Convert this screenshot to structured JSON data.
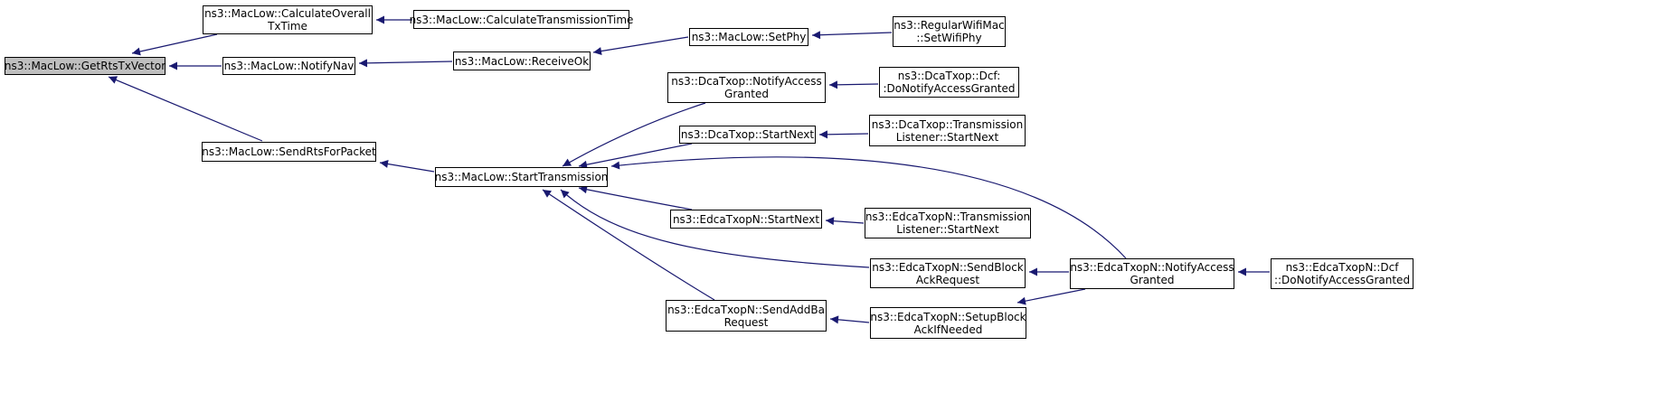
{
  "colors": {
    "edge": "#191970",
    "root_fill": "#bfbfbf",
    "node_fill": "#ffffff",
    "border": "#000000"
  },
  "nodes": {
    "get_rts_tx_vector": {
      "lines": [
        "ns3::MacLow::GetRtsTxVector"
      ]
    },
    "calculate_overall_tx_time": {
      "lines": [
        "ns3::MacLow::CalculateOverall",
        "TxTime"
      ]
    },
    "calculate_transmission_time": {
      "lines": [
        "ns3::MacLow::CalculateTransmissionTime"
      ]
    },
    "notify_nav": {
      "lines": [
        "ns3::MacLow::NotifyNav"
      ]
    },
    "receive_ok": {
      "lines": [
        "ns3::MacLow::ReceiveOk"
      ]
    },
    "set_phy": {
      "lines": [
        "ns3::MacLow::SetPhy"
      ]
    },
    "regular_wifi_mac_set_wifi_phy": {
      "lines": [
        "ns3::RegularWifiMac",
        "::SetWifiPhy"
      ]
    },
    "send_rts_for_packet": {
      "lines": [
        "ns3::MacLow::SendRtsForPacket"
      ]
    },
    "start_transmission": {
      "lines": [
        "ns3::MacLow::StartTransmission"
      ]
    },
    "dca_notify_access_granted": {
      "lines": [
        "ns3::DcaTxop::NotifyAccess",
        "Granted"
      ]
    },
    "dca_dcf_do_notify_access_granted": {
      "lines": [
        "ns3::DcaTxop::Dcf:",
        ":DoNotifyAccessGranted"
      ]
    },
    "dca_start_next": {
      "lines": [
        "ns3::DcaTxop::StartNext"
      ]
    },
    "dca_transmission_listener_start_next": {
      "lines": [
        "ns3::DcaTxop::Transmission",
        "Listener::StartNext"
      ]
    },
    "edca_start_next": {
      "lines": [
        "ns3::EdcaTxopN::StartNext"
      ]
    },
    "edca_transmission_listener_start_next": {
      "lines": [
        "ns3::EdcaTxopN::Transmission",
        "Listener::StartNext"
      ]
    },
    "edca_send_block_ack_request": {
      "lines": [
        "ns3::EdcaTxopN::SendBlock",
        "AckRequest"
      ]
    },
    "edca_notify_access_granted": {
      "lines": [
        "ns3::EdcaTxopN::NotifyAccess",
        "Granted"
      ]
    },
    "edca_dcf_do_notify_access_granted": {
      "lines": [
        "ns3::EdcaTxopN::Dcf",
        "::DoNotifyAccessGranted"
      ]
    },
    "edca_send_add_ba_request": {
      "lines": [
        "ns3::EdcaTxopN::SendAddBa",
        "Request"
      ]
    },
    "edca_setup_block_ack_if_needed": {
      "lines": [
        "ns3::EdcaTxopN::SetupBlock",
        "AckIfNeeded"
      ]
    }
  },
  "edges": [
    [
      "calculate_overall_tx_time",
      "get_rts_tx_vector"
    ],
    [
      "calculate_transmission_time",
      "calculate_overall_tx_time"
    ],
    [
      "notify_nav",
      "get_rts_tx_vector"
    ],
    [
      "receive_ok",
      "notify_nav"
    ],
    [
      "set_phy",
      "receive_ok"
    ],
    [
      "regular_wifi_mac_set_wifi_phy",
      "set_phy"
    ],
    [
      "send_rts_for_packet",
      "get_rts_tx_vector"
    ],
    [
      "start_transmission",
      "send_rts_for_packet"
    ],
    [
      "dca_notify_access_granted",
      "start_transmission"
    ],
    [
      "dca_dcf_do_notify_access_granted",
      "dca_notify_access_granted"
    ],
    [
      "dca_start_next",
      "start_transmission"
    ],
    [
      "dca_transmission_listener_start_next",
      "dca_start_next"
    ],
    [
      "edca_notify_access_granted",
      "start_transmission"
    ],
    [
      "edca_start_next",
      "start_transmission"
    ],
    [
      "edca_transmission_listener_start_next",
      "edca_start_next"
    ],
    [
      "edca_send_block_ack_request",
      "start_transmission"
    ],
    [
      "edca_notify_access_granted",
      "edca_send_block_ack_request"
    ],
    [
      "edca_dcf_do_notify_access_granted",
      "edca_notify_access_granted"
    ],
    [
      "edca_send_add_ba_request",
      "start_transmission"
    ],
    [
      "edca_setup_block_ack_if_needed",
      "edca_send_add_ba_request"
    ],
    [
      "edca_notify_access_granted",
      "edca_setup_block_ack_if_needed"
    ]
  ]
}
